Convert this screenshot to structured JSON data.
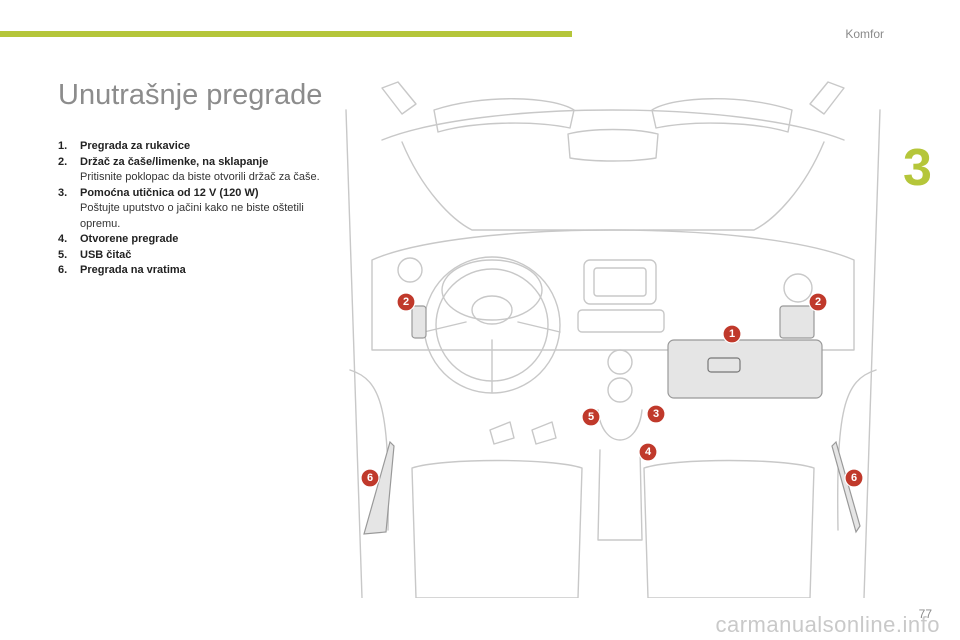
{
  "header": {
    "section": "Komfor",
    "chapter": "3"
  },
  "title": "Unutrašnje pregrade",
  "items": [
    {
      "num": "1.",
      "label": "Pregrada za rukavice",
      "desc": ""
    },
    {
      "num": "2.",
      "label": "Držač za čaše/limenke, na sklapanje",
      "desc": "Pritisnite poklopac da biste otvorili držač za čaše."
    },
    {
      "num": "3.",
      "label": "Pomoćna utičnica od 12 V (120 W)",
      "desc": "Poštujte uputstvo o jačini kako ne biste oštetili opremu."
    },
    {
      "num": "4.",
      "label": "Otvorene pregrade",
      "desc": ""
    },
    {
      "num": "5.",
      "label": "USB čitač",
      "desc": ""
    },
    {
      "num": "6.",
      "label": "Pregrada na vratima",
      "desc": ""
    }
  ],
  "callouts": [
    "1",
    "2",
    "2",
    "3",
    "4",
    "5",
    "6",
    "6"
  ],
  "colors": {
    "accent": "#b5c63a",
    "callout": "#c0392b"
  },
  "footer": {
    "page": "77",
    "watermark": "carmanualsonline.info"
  }
}
